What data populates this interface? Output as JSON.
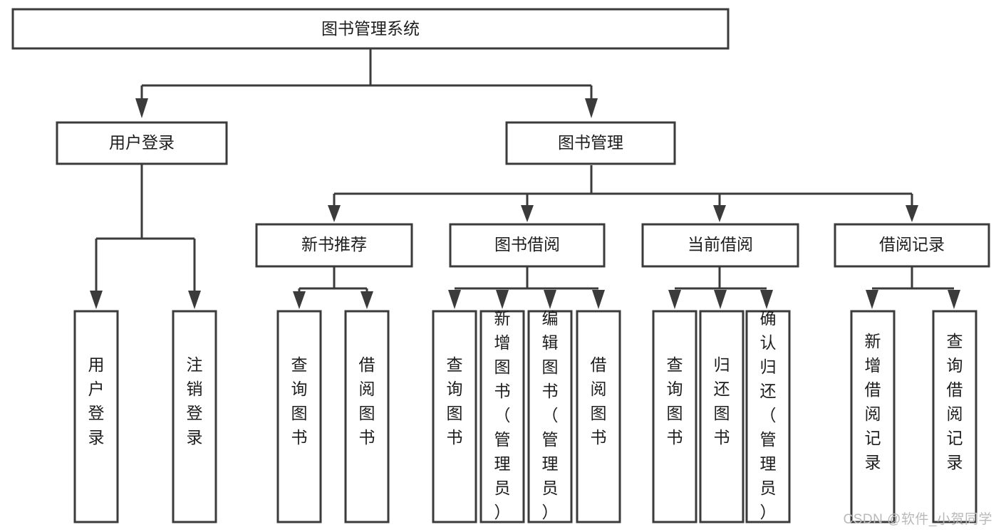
{
  "diagram": {
    "title": "图书管理系统",
    "type": "tree",
    "watermark": "CSDN @软件_小贺同学",
    "colors": {
      "box_stroke": "#3b3b3b",
      "box_fill": "#ffffff",
      "text": "#1d1d1d",
      "background": "#ffffff",
      "watermark": "#b9b9b9"
    },
    "root": {
      "label": "图书管理系统"
    },
    "level2": [
      {
        "label": "用户登录"
      },
      {
        "label": "图书管理"
      }
    ],
    "level3": [
      {
        "label": "新书推荐"
      },
      {
        "label": "图书借阅"
      },
      {
        "label": "当前借阅"
      },
      {
        "label": "借阅记录"
      }
    ],
    "leaves": {
      "user_login": [
        {
          "label": "用户登录"
        },
        {
          "label": "注销登录"
        }
      ],
      "new_book_recommend": [
        {
          "label": "查询图书"
        },
        {
          "label": "借阅图书"
        }
      ],
      "book_borrow": [
        {
          "label": "查询图书"
        },
        {
          "label": "新增图书（管理员）"
        },
        {
          "label": "编辑图书（管理员）"
        },
        {
          "label": "借阅图书"
        }
      ],
      "current_borrow": [
        {
          "label": "查询图书"
        },
        {
          "label": "归还图书"
        },
        {
          "label": "确认归还（管理员）"
        }
      ],
      "borrow_record": [
        {
          "label": "新增借阅记录"
        },
        {
          "label": "查询借阅记录"
        }
      ]
    }
  }
}
